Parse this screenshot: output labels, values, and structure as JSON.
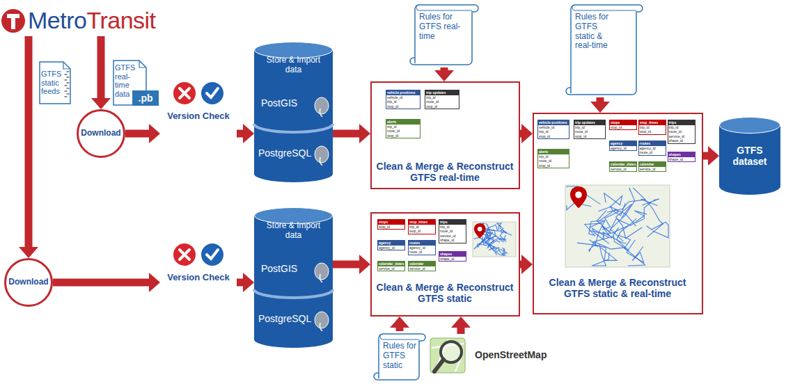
{
  "diagram": {
    "nodes": [
      {
        "text": [
          "Metro",
          "Transit"
        ]
      },
      {
        "text": [
          "GTFS static feeds"
        ]
      },
      {
        "text": [
          "GTFS real-time data",
          ".pb"
        ]
      },
      {
        "text": [
          "Download"
        ]
      },
      {
        "text": [
          "Version Check"
        ]
      },
      {
        "text": [
          "Store & Import data",
          "PostGIS",
          "PostgreSQL"
        ]
      },
      {
        "text": [
          "Rules for GTFS real-time"
        ]
      },
      {
        "text": [
          "Clean & Merge & Reconstruct GTFS real-time"
        ]
      },
      {
        "text": [
          "Rules for GTFS static & real-time"
        ]
      },
      {
        "text": [
          "Clean & Merge & Reconstruct GTFS static & real-time"
        ]
      },
      {
        "text": [
          "GTFS dataset"
        ]
      },
      {
        "text": [
          "Download"
        ]
      },
      {
        "text": [
          "Version Check"
        ]
      },
      {
        "text": [
          "Store & Import data",
          "PostGIS",
          "PostgreSQL"
        ]
      },
      {
        "text": [
          "Clean & Merge & Reconstruct GTFS static"
        ]
      },
      {
        "text": [
          "Rules for GTFS static"
        ]
      },
      {
        "text": [
          "OpenStreetMap"
        ]
      }
    ],
    "edges": [
      {
        "from": 0,
        "to": 11,
        "arrow": "to"
      },
      {
        "from": 0,
        "to": 3,
        "arrow": "to"
      },
      {
        "from": 3,
        "to": 4,
        "arrow": "to"
      },
      {
        "from": 4,
        "to": 5,
        "arrow": "to"
      },
      {
        "from": 5,
        "to": 7,
        "arrow": "to"
      },
      {
        "from": 7,
        "to": 9,
        "arrow": "to"
      },
      {
        "from": 11,
        "to": 12,
        "arrow": "to"
      },
      {
        "from": 12,
        "to": 13,
        "arrow": "to"
      },
      {
        "from": 13,
        "to": 14,
        "arrow": "to"
      },
      {
        "from": 14,
        "to": 9,
        "arrow": "to"
      },
      {
        "from": 9,
        "to": 10,
        "arrow": "to"
      },
      {
        "from": 6,
        "to": 7,
        "arrow": "to"
      },
      {
        "from": 8,
        "to": 9,
        "arrow": "to"
      },
      {
        "from": 15,
        "to": 14,
        "arrow": "to"
      },
      {
        "from": 16,
        "to": 14,
        "arrow": "to"
      }
    ],
    "labels": [
      "vehicle positions",
      "vehicle_id",
      "trip_id",
      "stop_id",
      "trip updates",
      "trip_id",
      "route_id",
      "stop_id",
      "alerts",
      "trip_id",
      "route_id",
      "stop_id",
      "stops",
      "stop_id",
      "stop_times",
      "trip_id",
      "stop_id",
      "trips",
      "trip_id",
      "route_id",
      "service_id",
      "shape_id",
      "agency",
      "agency_id",
      "routes",
      "agency_id",
      "route_id",
      "calendar_dates",
      "service_id",
      "calendar",
      "service_id",
      "shapes",
      "shape_id",
      "vehicle positions",
      "vehicle_id",
      "trip_id",
      "stop_id",
      "trip updates",
      "trip_id",
      "route_id",
      "stop_id",
      "alerts",
      "trip_id",
      "route_id",
      "stop_id",
      "stops",
      "stop_id",
      "stop_times",
      "trip_id",
      "stop_id",
      "trips",
      "trip_id",
      "route_id",
      "service_id",
      "shape_id",
      "agency",
      "agency_id",
      "routes",
      "agency_id",
      "route_id",
      "calendar_dates",
      "service_id",
      "calendar",
      "service_id",
      "shapes",
      "shape_id"
    ]
  }
}
